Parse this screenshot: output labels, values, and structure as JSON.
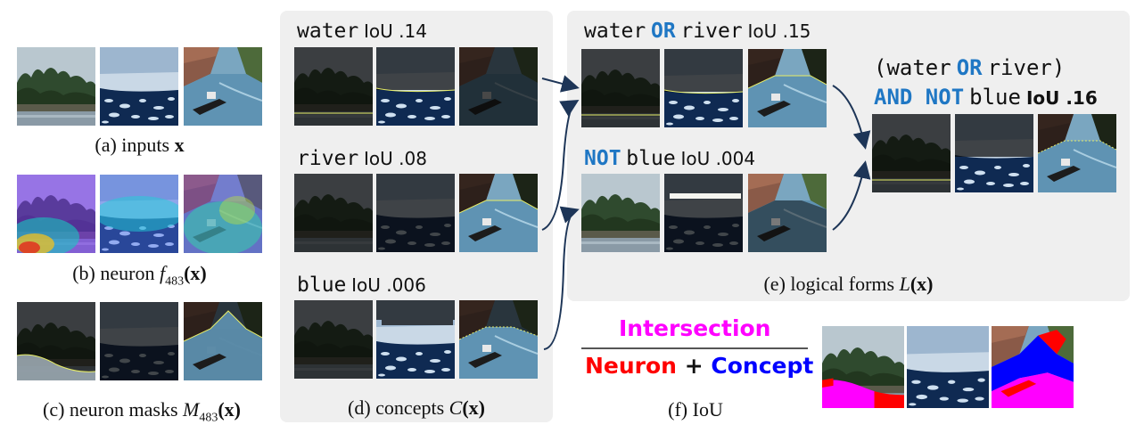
{
  "captions": {
    "a": "(a) inputs ",
    "a_var": "x",
    "b": "(b) neuron ",
    "b_fn": "f",
    "b_sub": "483",
    "b_arg": "(x)",
    "c": "(c) neuron masks ",
    "c_fn": "M",
    "c_sub": "483",
    "c_arg": "(x)",
    "d": "(d) concepts ",
    "d_fn": "C",
    "d_arg": "(x)",
    "e": "(e) logical forms ",
    "e_fn": "L",
    "e_arg": "(x)",
    "f": "(f) IoU"
  },
  "concepts": [
    {
      "name": "water",
      "iou": "IoU .14"
    },
    {
      "name": "river",
      "iou": "IoU .08"
    },
    {
      "name": "blue",
      "iou": "IoU .006"
    }
  ],
  "logical": {
    "or_left": "water",
    "or_kw": "OR",
    "or_right": "river",
    "or_iou": "IoU .15",
    "not_kw": "NOT",
    "not_term": "blue",
    "not_iou": "IoU .004",
    "final_open": "(water",
    "final_or": "OR",
    "final_close": "river)",
    "final_and": "AND NOT",
    "final_term": "blue",
    "final_iou": "IoU .16"
  },
  "iou_formula": {
    "numerator": "Intersection",
    "neuron": "Neuron",
    "plus": "+",
    "concept": "Concept"
  },
  "colors": {
    "keyword": "#1f77c4",
    "intersection": "#ff00ff",
    "neuron": "#ff0000",
    "concept": "#0000ff",
    "panel_bg": "#efefef",
    "mask_outline": "#e8ee66"
  }
}
